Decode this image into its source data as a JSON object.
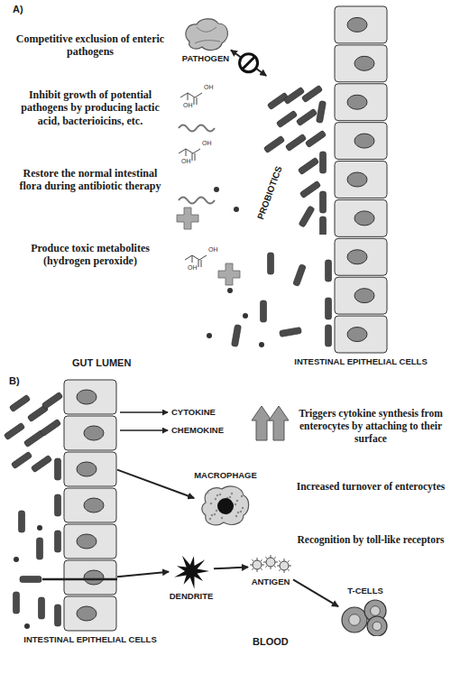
{
  "diagram": {
    "nodes": [
      {
        "text": [
          "PATHOGEN"
        ]
      },
      {
        "text": [
          "PROBIOTICS"
        ]
      },
      {
        "text": [
          "INTESTINAL EPITHELIAL CELLS"
        ]
      },
      {
        "text": [
          "INTESTINAL EPITHELIAL CELLS"
        ]
      },
      {
        "text": [
          "MACROPHAGE"
        ]
      },
      {
        "text": [
          "DENDRITE"
        ]
      },
      {
        "text": [
          "ANTIGEN"
        ]
      },
      {
        "text": [
          "T-CELLS"
        ]
      }
    ],
    "edges": [
      {
        "from": 0,
        "to": 1,
        "arrow": "both"
      },
      {
        "from": 3,
        "to": 4,
        "arrow": "to"
      },
      {
        "from": 3,
        "to": 5,
        "arrow": "to"
      },
      {
        "from": 5,
        "to": 6,
        "arrow": "to"
      },
      {
        "from": 6,
        "to": 7,
        "arrow": "to"
      }
    ],
    "labels": [
      "A)",
      "Competitive exclusion of enteric pathogens",
      "OH",
      "OH",
      "Inhibit growth of potential pathogens by producing lactic acid, bacterioicins, etc.",
      "OH",
      "OH",
      "Restore the normal intestinal flora during antibiotic therapy",
      "OH",
      "OH",
      "Produce toxic metabolites (hydrogen peroxide)",
      "GUT LUMEN",
      "B)",
      "CYTOKINE",
      "CHEMOKINE",
      "Triggers cytokine synthesis from enterocytes by attaching to their surface",
      "Increased turnover of enterocytes",
      "Recognition by toll-like receptors",
      "BLOOD"
    ]
  }
}
